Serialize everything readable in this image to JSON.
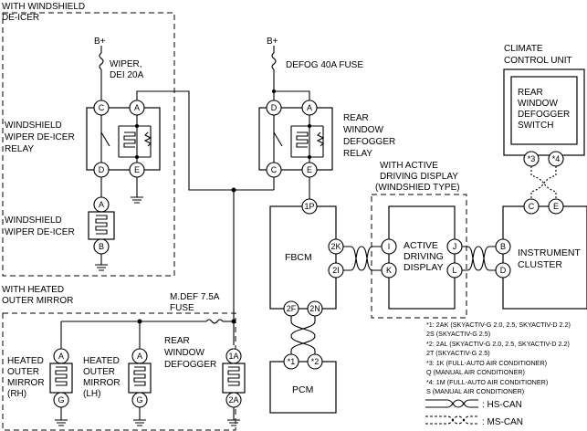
{
  "groups": {
    "windshield": "WITH WINDSHIELD\nDE-ICER",
    "heated_mirror": "WITH HEATED\nOUTER MIRROR",
    "active_display": "WITH ACTIVE\nDRIVING DISPLAY\n(WINDSHIED TYPE)"
  },
  "supply": {
    "b_plus": "B+",
    "wiper_fuse": "WIPER,\nDEI 20A",
    "defog_fuse": "DEFOG 40A FUSE",
    "mdef_fuse": "M.DEF 7.5A\nFUSE"
  },
  "components": {
    "wiper_relay": "WINDSHIELD\nWIPER DE-ICER\nRELAY",
    "wiper_deicer": "WINDSHIELD\nWIPER DE-ICER",
    "rear_relay": "REAR\nWINDOW\nDEFOGGER\nRELAY",
    "climate_unit": "CLIMATE\nCONTROL UNIT",
    "defogger_switch": "REAR\nWINDOW\nDEFOGGER\nSWITCH",
    "fbcm": "FBCM",
    "display": "ACTIVE\nDRIVING\nDISPLAY",
    "cluster": "INSTRUMENT\nCLUSTER",
    "pcm": "PCM",
    "mirror_rh": "HEATED\nOUTER\nMIRROR\n(RH)",
    "mirror_lh": "HEATED\nOUTER\nMIRROR\n(LH)",
    "rear_defogger": "REAR\nWINDOW\nDEFOGGER"
  },
  "pins": {
    "wr_c": "C",
    "wr_a": "A",
    "wr_d": "D",
    "wr_e": "E",
    "wd_a": "A",
    "wd_b": "B",
    "rr_d": "D",
    "rr_a": "A",
    "rr_c": "C",
    "rr_e": "E",
    "fb_1p": "1P",
    "fb_2k": "2K",
    "fb_2i": "2I",
    "fb_2f": "2F",
    "fb_2n": "2N",
    "ad_i": "I",
    "ad_k": "K",
    "ad_j": "J",
    "ad_l": "L",
    "ic_b": "B",
    "ic_d": "D",
    "cc_3": "*3",
    "cc_4": "*4",
    "cc_c": "C",
    "cc_e": "E",
    "pcm_1": "*1",
    "pcm_2": "*2",
    "mr_a": "A",
    "mr_g": "G",
    "ml_a": "A",
    "ml_g": "G",
    "rd_1a": "1A",
    "rd_2a": "2A"
  },
  "notes": [
    "*1: 2AK (SKYACTIV-G 2.0, 2.5, SKYACTIV-D 2.2)",
    "     2S (SKYACTIV-G  2.5)",
    "*2: 2AL (SKYACTIV-G 2.0, 2.5, SKYACTIV-D 2.2)",
    "     2T (SKYACTIV-G  2.5)",
    "*3: 1K (FULL-AUTO AIR CONDITIONER)",
    "     Q (MANUAL AIR CONDITIONER)",
    "*4: 1M (FULL-AUTO AIR CONDITIONER)",
    "     S (MANUAL AIR CONDITIONER)"
  ],
  "legend": {
    "hs_can": ": HS-CAN",
    "ms_can": ": MS-CAN"
  }
}
